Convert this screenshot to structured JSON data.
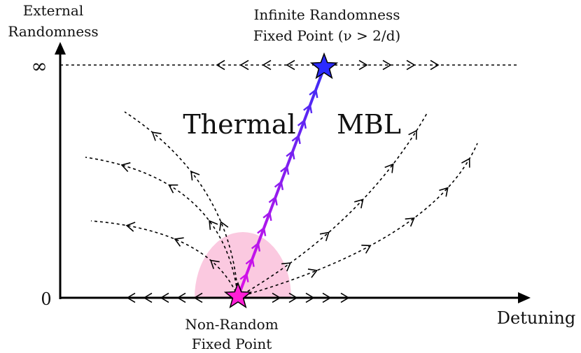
{
  "axes": {
    "y_label_line1": "External",
    "y_label_line2": "Randomness",
    "x_label": "Detuning",
    "y_tick_top": "∞",
    "y_tick_bottom": "0"
  },
  "regions": {
    "thermal": "Thermal",
    "mbl": "MBL"
  },
  "fixed_points": {
    "infinite_line1": "Infinite Randomness",
    "infinite_line2": "Fixed Point (ν > 2/d)",
    "nonrandom_line1": "Non-Random",
    "nonrandom_line2": "Fixed Point"
  },
  "colors": {
    "infinite_star": "#2b2bff",
    "nonrandom_star": "#ff1fd6",
    "halo": "#fbc9e0",
    "critical_line_start": "#e00ee8",
    "critical_line_end": "#3a2cf5"
  }
}
